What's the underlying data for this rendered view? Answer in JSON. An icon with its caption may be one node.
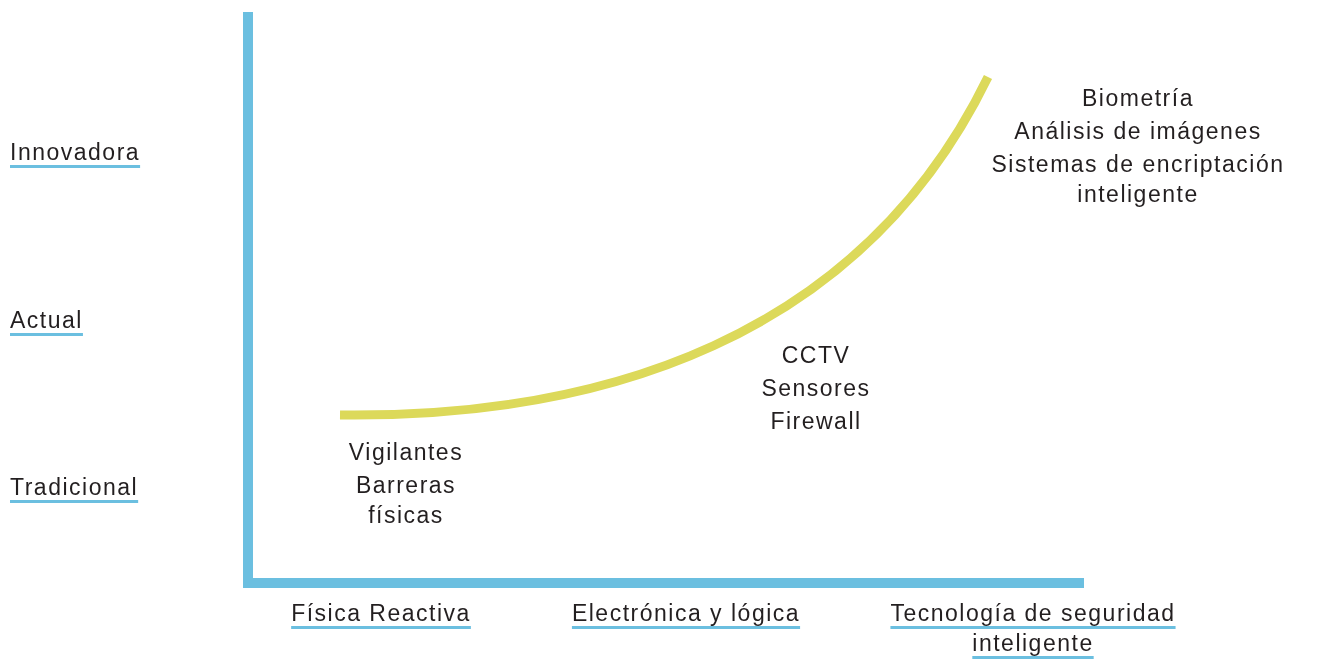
{
  "diagram": {
    "labels": [
      "Biometría",
      "Análisis de imágenes",
      "Sistemas de encriptación inteligente",
      "Innovadora",
      "Actual",
      "CCTV",
      "Sensores",
      "Firewall",
      "Vigilantes",
      "Barreras físicas",
      "Tradicional",
      "Física Reactiva",
      "Electrónica y lógica",
      "Tecnología de seguridad inteligente"
    ]
  }
}
